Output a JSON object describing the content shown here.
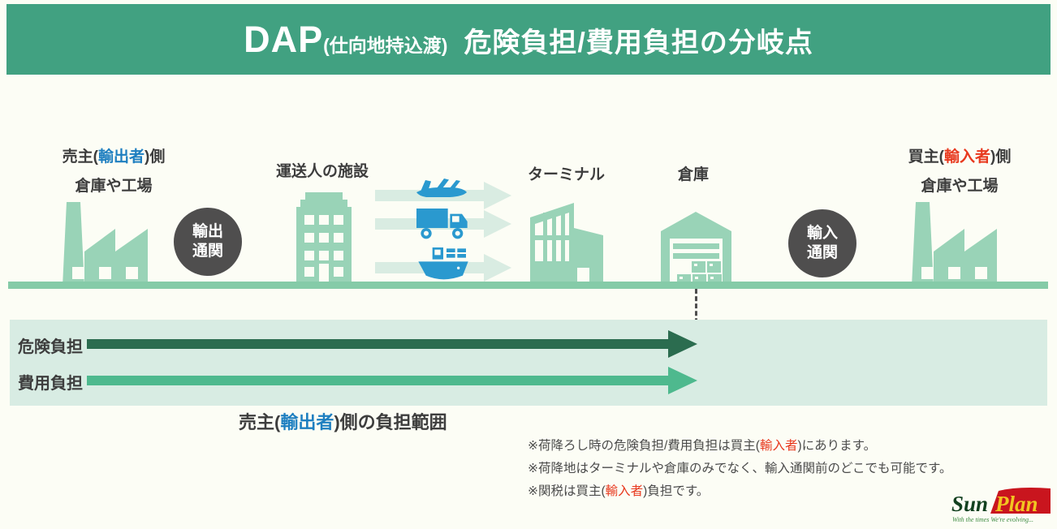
{
  "header": {
    "title_main": "DAP",
    "title_sub": "(仕向地持込渡)",
    "title_rest": "危険負担/費用負担の分岐点"
  },
  "labels": {
    "seller": {
      "pre": "売主(",
      "em": "輸出者",
      "suf": ")側",
      "sub": "倉庫や工場"
    },
    "carrier": "運送人の施設",
    "export_customs": {
      "l1": "輸出",
      "l2": "通関"
    },
    "terminal": "ターミナル",
    "warehouse": "倉庫",
    "import_customs": {
      "l1": "輸入",
      "l2": "通関"
    },
    "buyer": {
      "pre": "買主(",
      "em": "輸入者",
      "suf": ")側",
      "sub": "倉庫や工場"
    }
  },
  "burden": {
    "risk": "危険負担",
    "cost": "費用負担",
    "scope": {
      "pre": "売主(",
      "em": "輸出者",
      "suf": ")側の負担範囲"
    }
  },
  "notes": [
    {
      "pre": "※荷降ろし時の危険負担/費用負担は買主(",
      "em": "輸入者",
      "suf": ")にあります。"
    },
    {
      "pre": "※荷降地はターミナルや倉庫のみでなく、輸入通関前のどこでも可能です。",
      "em": "",
      "suf": ""
    },
    {
      "pre": "※関税は買主(",
      "em": "輸入者",
      "suf": ")負担です。"
    }
  ],
  "logo": {
    "sun": "Sun",
    "plan": "Plan",
    "tagline": "With the times  We're evolving..."
  },
  "icons": {
    "seller_building": "factory-icon",
    "carrier_building": "office-building-icon",
    "transport_air": "airplane-icon",
    "transport_land": "truck-icon",
    "transport_sea": "cargo-ship-icon",
    "terminal_building": "terminal-building-icon",
    "warehouse_building": "warehouse-icon",
    "buyer_building": "factory-icon"
  },
  "colors": {
    "header-green": "#41a181",
    "icon-green": "#99d3b7",
    "ground-green": "#85cba8",
    "panel-green": "#d8ece3",
    "arrow-light": "#d9ece2",
    "risk-dark": "#2b6c4f",
    "cost-green": "#4eb98e",
    "transport-blue": "#2a99cf",
    "customs-gray": "#4f4e4e",
    "text-dark": "#3d3d3d",
    "note-gray": "#4b4b4b",
    "blue-text": "#1e7fc0",
    "red-text": "#e8391e",
    "page-bg": "#fcfdf5",
    "logo-red": "#c9151e",
    "logo-yellow": "#f2c521",
    "logo-green": "#12401f",
    "logo-tagline": "#3c8a40"
  }
}
